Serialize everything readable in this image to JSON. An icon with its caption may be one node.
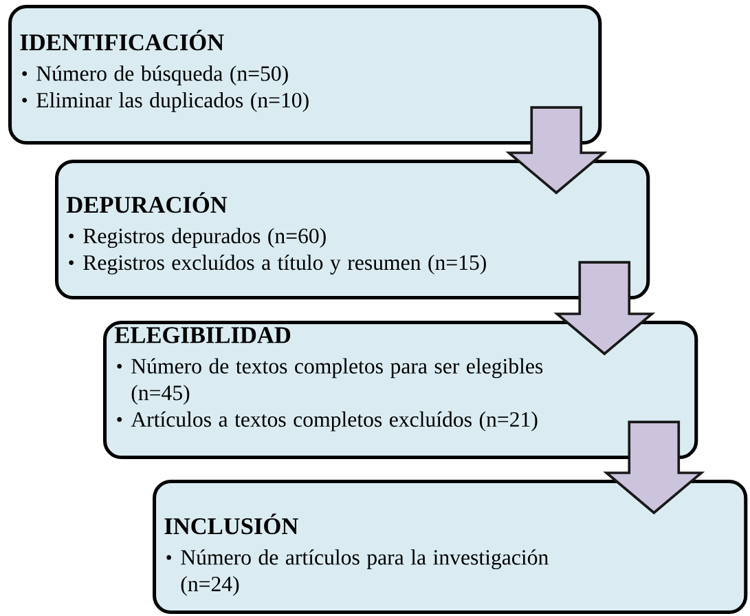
{
  "diagram": {
    "nodes": [
      {
        "text": [
          "IDENTIFICACIÓN",
          "Número de búsqueda (n=50)",
          "Eliminar las duplicados (n=10)"
        ]
      },
      {
        "text": [
          "DEPURACIÓN",
          "Registros depurados (n=60)",
          "Registros excluídos a título y resumen (n=15)"
        ]
      },
      {
        "text": [
          "ELEGIBILIDAD",
          "Número de textos completos para ser elegibles (n=45)",
          "Artículos a textos completos excluídos (n=21)"
        ]
      },
      {
        "text": [
          "INCLUSIÓN",
          "Número de artículos para la investigación (n=24)"
        ]
      }
    ],
    "edges": [
      {
        "from": 0,
        "to": 1,
        "arrow": "to"
      },
      {
        "from": 1,
        "to": 2,
        "arrow": "to"
      },
      {
        "from": 2,
        "to": 3,
        "arrow": "to"
      }
    ]
  }
}
